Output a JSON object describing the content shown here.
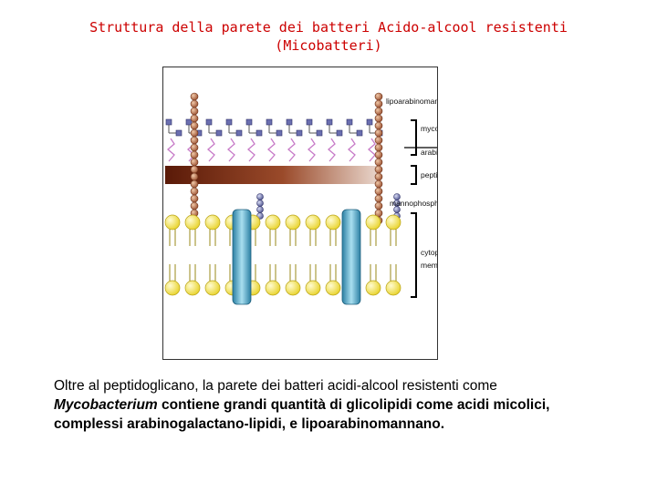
{
  "title": {
    "line1": "Struttura della parete dei batteri Acido-alcool resistenti",
    "line2": "(Micobatteri)"
  },
  "diagram": {
    "labels": {
      "lipoarabinomannan": "lipoarabinomannan",
      "mycolic_acid": "mycolic acid",
      "arabinogalactan": "arabinogalactan",
      "peptidoglycan": "peptidoglycan",
      "mannophosphoinositide": "mannophosphoinositide",
      "cytoplasmic_membrane_1": "cytoplasmic",
      "cytoplasmic_membrane_2": "membrane"
    },
    "colors": {
      "lipoarabinomannan_beads": "#b06a4a",
      "mycolic_acid": "#6b6fb0",
      "arabinogalactan": "#c77bc8",
      "peptidoglycan": "#7a2a14",
      "lipid_heads": "#f3e24a",
      "membrane_protein": "#4aa6c8"
    }
  },
  "caption": {
    "line1": "Oltre al peptidoglicano, la parete dei batteri acidi-alcool resistenti come",
    "italic": "Mycobacterium",
    "line2_rest": " contiene grandi quantità di glicolipidi come acidi micolici,",
    "line3": "complessi arabinogalactano-lipidi, e lipoarabinomannano."
  }
}
